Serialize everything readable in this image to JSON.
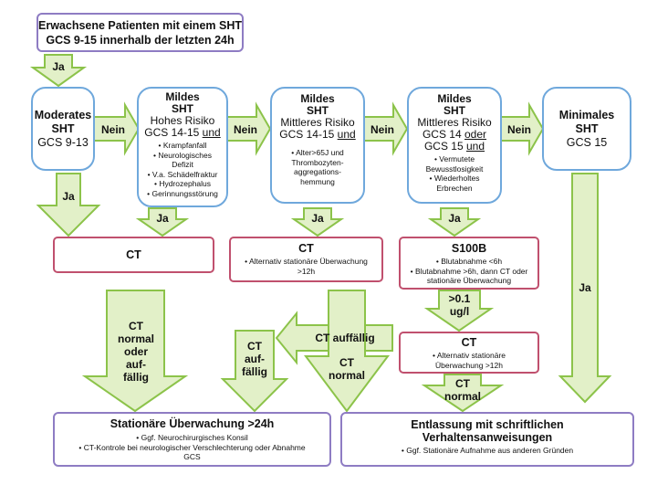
{
  "colors": {
    "arrow_fill": "#e2f0c8",
    "arrow_stroke": "#8cc34a",
    "start_border": "#8e7cc3",
    "sht_border": "#6fa8dc",
    "action_border": "#c0506e"
  },
  "start": {
    "line1": "Erwachsene Patienten mit einem SHT",
    "line2": "GCS 9-15 innerhalb der letzten 24h"
  },
  "moderate": {
    "l1": "Moderates",
    "l2": "SHT",
    "l3": "GCS 9-13"
  },
  "mild_high": {
    "l1": "Mildes",
    "l2": "SHT",
    "l3": "Hohes Risiko",
    "l4": "GCS 14-15",
    "und": "und",
    "items": [
      "Krampfanfall",
      "Neurologisches Defizit",
      "V.a. Schädelfraktur",
      "Hydrozephalus",
      "Gerinnungsstörung"
    ]
  },
  "mild_mid1": {
    "l1": "Mildes",
    "l2": "SHT",
    "l3": "Mittleres Risiko",
    "l4": "GCS 14-15",
    "und": "und",
    "items": [
      "Alter>65J und Thrombozyten-aggregations-hemmung"
    ]
  },
  "mild_mid2": {
    "l1": "Mildes",
    "l2": "SHT",
    "l3": "Mittleres Risiko",
    "l4a": "GCS 14",
    "oder": "oder",
    "l5": "GCS 15",
    "und": "und",
    "items": [
      "Vermutete Bewusstlosigkeit",
      "Wiederholtes Erbrechen"
    ]
  },
  "minimal": {
    "l1": "Minimales",
    "l2": "SHT",
    "l3": "GCS 15"
  },
  "ct1": {
    "title": "CT"
  },
  "ct2": {
    "title": "CT",
    "items": [
      "Alternativ stationäre Überwachung >12h"
    ]
  },
  "s100b": {
    "title": "S100B",
    "items": [
      "Blutabnahme <6h",
      "Blutabnahme >6h, dann CT oder stationäre Überwachung"
    ]
  },
  "ct3": {
    "title": "CT",
    "items": [
      "Alternativ stationäre Überwachung >12h"
    ]
  },
  "stationary": {
    "title": "Stationäre Überwachung >24h",
    "items": [
      "Ggf. Neurochirurgisches Konsil",
      "CT-Kontrole bei neurologischer Verschlechterung oder Abnahme GCS"
    ]
  },
  "discharge": {
    "title1": "Entlassung mit schriftlichen",
    "title2": "Verhaltensanweisungen",
    "items": [
      "Ggf. Stationäre Aufnahme aus anderen Gründen"
    ]
  },
  "labels": {
    "ja1": "Ja",
    "nein1": "Nein",
    "nein2": "Nein",
    "nein3": "Nein",
    "nein4": "Nein",
    "ja_mod": "Ja",
    "ja_high": "Ja",
    "ja_mid1": "Ja",
    "ja_mid2": "Ja",
    "ja_min": "Ja",
    "ct_normal_oder_auffaellig": [
      "CT",
      "normal",
      "oder",
      "auf-",
      "fällig"
    ],
    "ct_auffaellig_down": [
      "CT",
      "auf-",
      "fällig"
    ],
    "ct_auffaellig_left": "CT auffällig",
    "ct_normal_mid": [
      "CT",
      "normal"
    ],
    "threshold": [
      ">0.1",
      "ug/l"
    ],
    "ct_normal_right": [
      "CT",
      "normal"
    ]
  }
}
